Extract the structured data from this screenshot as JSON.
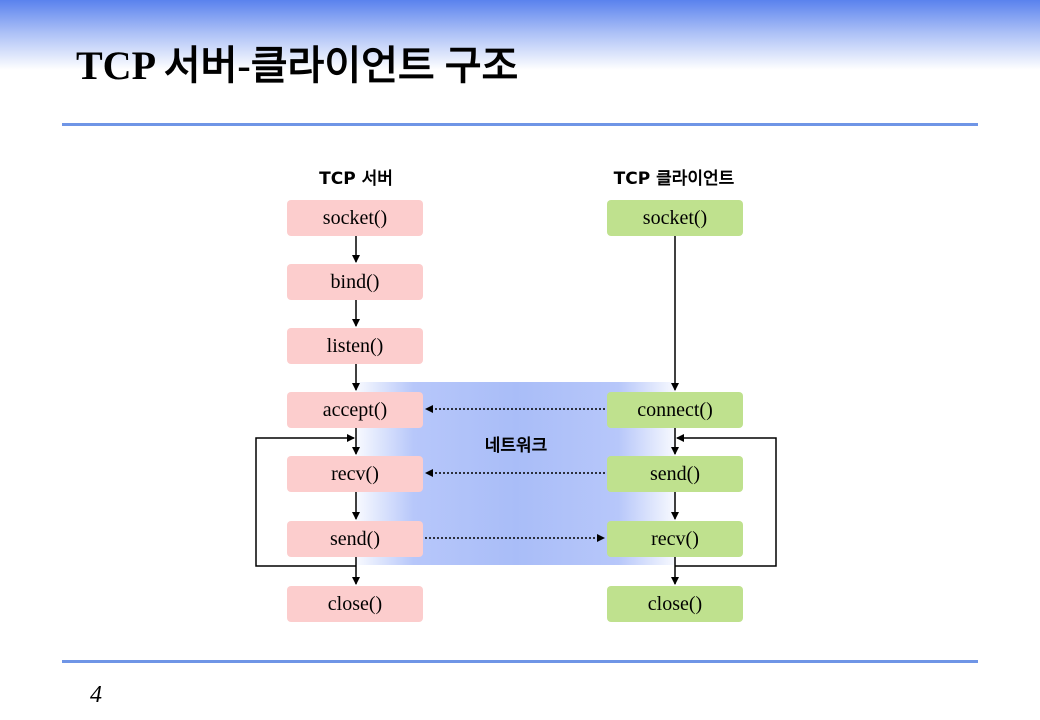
{
  "slide": {
    "title": "TCP 서버-클라이언트 구조",
    "page_number": "4"
  },
  "diagram": {
    "server_header": "TCP 서버",
    "client_header": "TCP 클라이언트",
    "network_label": "네트워크",
    "server_steps": [
      "socket()",
      "bind()",
      "listen()",
      "accept()",
      "recv()",
      "send()",
      "close()"
    ],
    "client_steps": [
      "socket()",
      "connect()",
      "send()",
      "recv()",
      "close()"
    ],
    "colors": {
      "server_box": "#fccdcd",
      "client_box": "#bfe18e",
      "rule": "#6f95e6"
    }
  }
}
